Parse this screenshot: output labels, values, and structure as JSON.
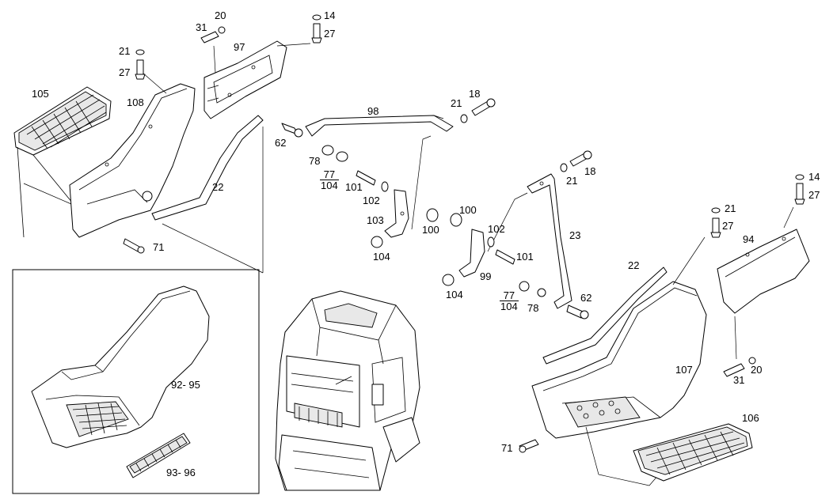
{
  "labels": {
    "l20a": "20",
    "l31a": "31",
    "l14a": "14",
    "l27a": "27",
    "l97": "97",
    "l21a": "21",
    "l27b": "27",
    "l105": "105",
    "l108": "108",
    "l62a": "62",
    "l78a": "78",
    "l98": "98",
    "l21b": "21",
    "l18a": "18",
    "l22a": "22",
    "l101a": "101",
    "l102a": "102",
    "l103": "103",
    "l100a": "100",
    "l104a": "104",
    "l71a": "71",
    "l21c": "21",
    "l18b": "18",
    "l23": "23",
    "l100b": "100",
    "l102b": "102",
    "l101b": "101",
    "l99": "99",
    "l104b": "104",
    "l78b": "78",
    "l62b": "62",
    "l22b": "22",
    "l21d": "21",
    "l27c": "27",
    "l14b": "14",
    "l27d": "27",
    "l94": "94",
    "l107": "107",
    "l31b": "31",
    "l20b": "20",
    "l106": "106",
    "l71b": "71",
    "l92_95": "92- 95",
    "l93_96": "93- 96"
  },
  "fractions": {
    "f1": {
      "num": "77",
      "den": "104"
    },
    "f2": {
      "num": "77",
      "den": "104"
    }
  }
}
